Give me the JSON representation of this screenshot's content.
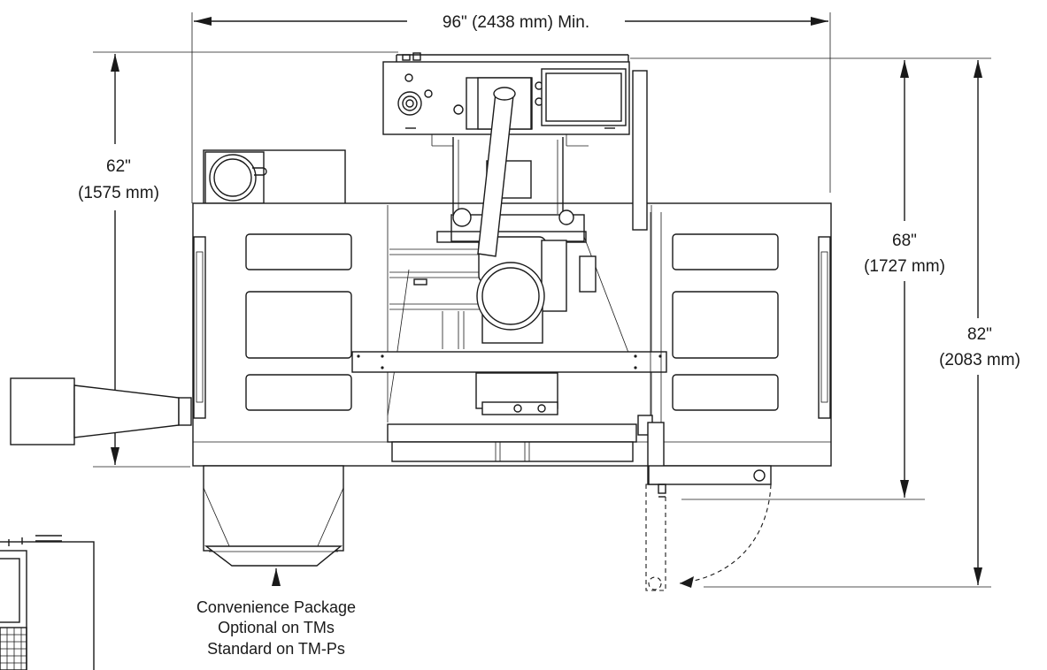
{
  "dimensions": {
    "width_min": "96\" (2438 mm) Min.",
    "depth_62_in": "62\"",
    "depth_62_mm": "(1575 mm)",
    "depth_68_in": "68\"",
    "depth_68_mm": "(1727 mm)",
    "depth_82_in": "82\"",
    "depth_82_mm": "(2083 mm)"
  },
  "callout": {
    "line1": "Convenience Package",
    "line2": "Optional on TMs",
    "line3": "Standard on TM-Ps"
  }
}
